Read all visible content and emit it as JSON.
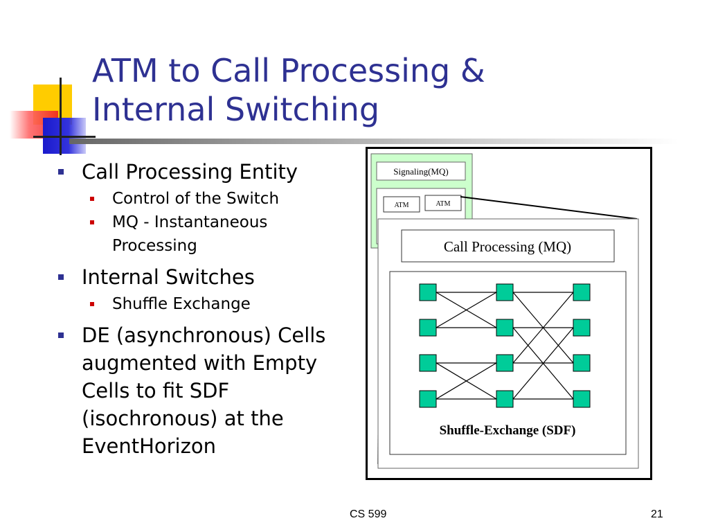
{
  "slide": {
    "title_lines": [
      "ATM to Call Processing &",
      "Internal Switching"
    ],
    "title_color": "#2e3192",
    "bullets": [
      {
        "text": "Call Processing Entity",
        "sub": [
          "Control of the Switch",
          "MQ - Instantaneous Processing"
        ]
      },
      {
        "text": "Internal Switches",
        "sub": [
          "Shuffle Exchange"
        ]
      },
      {
        "text": "DE (asynchronous) Cells augmented with Empty Cells to fit SDF (isochronous) at the EventHorizon",
        "sub": []
      }
    ],
    "footer": {
      "course": "CS 599",
      "page": "21"
    }
  },
  "diagram": {
    "signaling_label": "Signaling(MQ)",
    "atm_labels": [
      "ATM",
      "ATM"
    ],
    "call_processing_label": "Call Processing (MQ)",
    "shuffle_caption": "Shuffle-Exchange (SDF)",
    "node_color": "#00cc99",
    "inset_color": "#ccffcc"
  }
}
